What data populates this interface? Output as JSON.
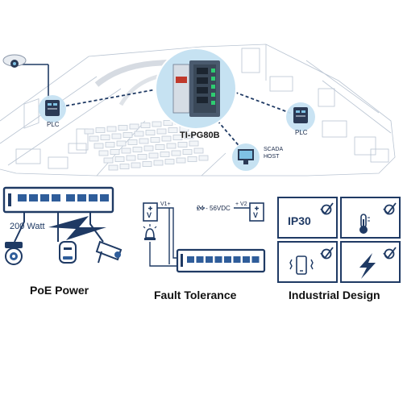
{
  "top_diagram": {
    "switch_label": "TI-PG80B",
    "plc_left": "PLC",
    "plc_right": "PLC",
    "scada_line1": "SCADA",
    "scada_line2": "HOST"
  },
  "poe_panel": {
    "watt_label": "200 Watt",
    "caption": "PoE Power"
  },
  "fault_panel": {
    "v1_tag": "V1+",
    "v2_tag": "+ V2",
    "voltage_range": "24 - 56VDC",
    "v_letter_left": "V",
    "v_letter_right": "V",
    "caption": "Fault Tolerance"
  },
  "industrial_panel": {
    "ip_label": "IP30",
    "caption": "Industrial Design"
  },
  "colors": {
    "navy": "#1f3a64",
    "accent_blue": "#2f5d9a",
    "light_blue": "#c6e2f2",
    "highlight_blue": "#7fc1e3",
    "floor_line": "#b9c4d2"
  },
  "icons": [
    "camera-icon",
    "plc-icon",
    "scada-icon",
    "switch-icon",
    "lightning-icon",
    "alarm-light-icon",
    "checkmark-icon",
    "thermometer-icon",
    "vibration-icon"
  ]
}
